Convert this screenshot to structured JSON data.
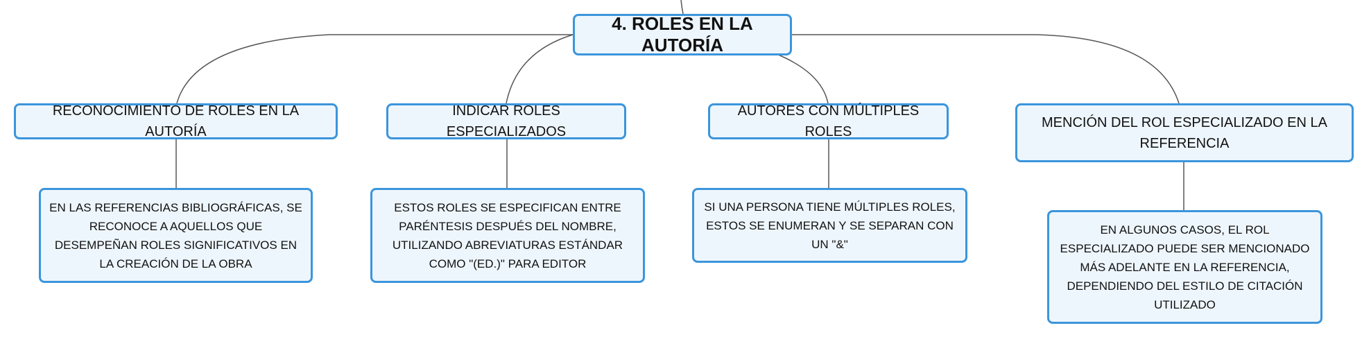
{
  "root": {
    "title": "4. ROLES EN LA AUTORÍA"
  },
  "topics": [
    {
      "label": "RECONOCIMIENTO DE ROLES EN LA AUTORÍA",
      "detail": "EN LAS REFERENCIAS BIBLIOGRÁFICAS, SE RECONOCE A AQUELLOS QUE DESEMPEÑAN ROLES SIGNIFICATIVOS EN LA CREACIÓN DE LA OBRA"
    },
    {
      "label": "INDICAR ROLES ESPECIALIZADOS",
      "detail": "ESTOS ROLES SE ESPECIFICAN ENTRE PARÉNTESIS DESPUÉS DEL NOMBRE, UTILIZANDO ABREVIATURAS ESTÁNDAR COMO \"(ED.)\" PARA EDITOR"
    },
    {
      "label": "AUTORES CON MÚLTIPLES ROLES",
      "detail": "SI UNA PERSONA TIENE MÚLTIPLES ROLES, ESTOS SE ENUMERAN Y SE SEPARAN CON UN \"&\""
    },
    {
      "label": "MENCIÓN DEL ROL ESPECIALIZADO EN LA REFERENCIA",
      "detail": "EN ALGUNOS CASOS, EL ROL ESPECIALIZADO PUEDE SER MENCIONADO MÁS ADELANTE EN LA REFERENCIA, DEPENDIENDO DEL ESTILO DE CITACIÓN UTILIZADO"
    }
  ],
  "colors": {
    "node_border": "#3b95dc",
    "node_fill": "#eef6fd",
    "connector": "#555555"
  }
}
